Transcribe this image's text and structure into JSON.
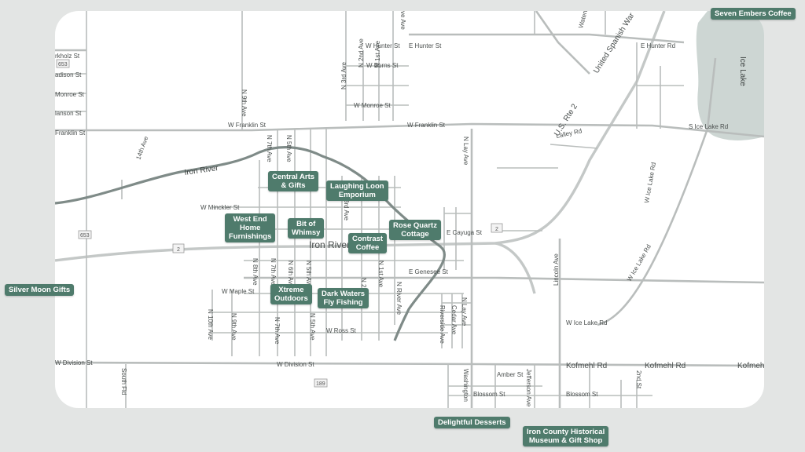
{
  "map": {
    "town_label": "Iron River",
    "river_label": "Iron River",
    "lake_label": "Ice Lake",
    "highway_labels": [
      "U.S. Rte 2",
      "United Spanish War"
    ],
    "colors": {
      "background": "#e3e5e4",
      "map": "#ffffff",
      "road": "#b9bdbc",
      "river": "#7f8b88",
      "lake": "#cdd6d3",
      "pin": "#4f7b6c"
    },
    "shields": [
      "653",
      "653",
      "2",
      "2",
      "189"
    ],
    "streets": [
      "rkholz St",
      "adison St",
      "Monroe St",
      "lanson St",
      "Franklin St",
      "W Hunter St",
      "E Hunter St",
      "E Hunter Rd",
      "W Burns St",
      "W Monroe St",
      "W Franklin St",
      "W Franklin St",
      "S Ice Lake Rd",
      "Lalley Rd",
      "W Minckler St",
      "E Cayuga St",
      "E Genesee St",
      "W Maple St",
      "W Ross St",
      "W Division St",
      "W Division St",
      "Kofmehl Rd",
      "Kofmehl Rd",
      "Kofmeh",
      "Amber St",
      "Blossom St",
      "Blossom St",
      "W Ice Lake Rd",
      "W Ice Lake Rd",
      "W Ice Lake Rd",
      "N 9th Ave",
      "N 7th Ave",
      "N 5th Ave",
      "N 3rd Ave",
      "N 2nd Ave",
      "N 1st Ave",
      "N Lay Ave",
      "N Lay Ave",
      "14th Ave",
      "N 8th Ave",
      "N 7th Ave",
      "N 6th Ave",
      "N 5th Ave",
      "N 2nd Ave",
      "N 1st Ave",
      "N River Ave",
      "3rd Ave",
      "N 10th Ave",
      "N 9th Ave",
      "N 7th Ave",
      "N 5th Ave",
      "South Fld",
      "Riverside Ave",
      "Cedar Ave",
      "Washington",
      "Jefferson Ave",
      "Lincoln Ave",
      "2nd St",
      "ve Ave",
      "Waterw"
    ],
    "pins": [
      {
        "label": "Seven Embers Coffee"
      },
      {
        "label": "Central Arts\n& Gifts"
      },
      {
        "label": "Laughing Loon\nEmporium"
      },
      {
        "label": "West End\nHome\nFurnishings"
      },
      {
        "label": "Bit of\nWhimsy"
      },
      {
        "label": "Rose Quartz\nCottage"
      },
      {
        "label": "Contrast\nCoffee"
      },
      {
        "label": "Silver Moon Gifts"
      },
      {
        "label": "Xtreme\nOutdoors"
      },
      {
        "label": "Dark Waters\nFly Fishing"
      },
      {
        "label": "Delightful Desserts"
      },
      {
        "label": "Iron County Historical\nMuseum & Gift Shop"
      }
    ]
  }
}
